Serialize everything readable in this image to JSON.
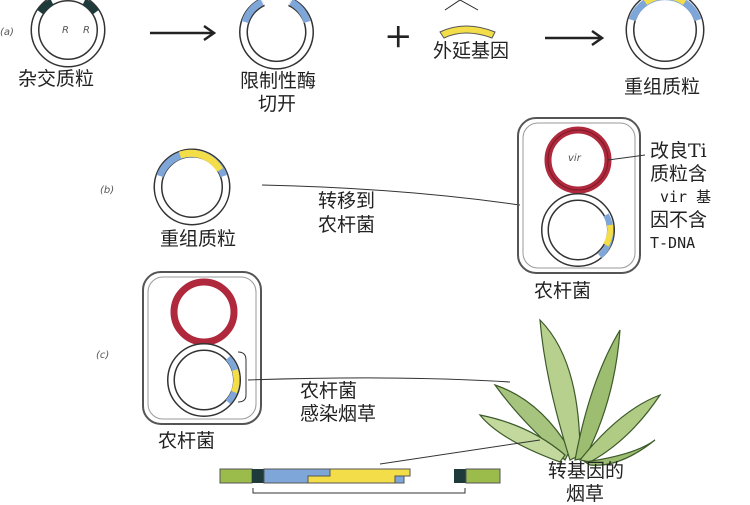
{
  "panels": {
    "a": "(a)",
    "b": "(b)",
    "c": "(c)"
  },
  "labels": {
    "hybrid_plasmid": "杂交质粒",
    "r_label": "R",
    "cut_line1": "限制性酶",
    "cut_line2": "切开",
    "foreign_gene": "外延基因",
    "recombinant_a": "重组质粒",
    "recombinant_b": "重组质粒",
    "transfer_line1": "转移到",
    "transfer_line2": "农杆菌",
    "ti_line1": "改良Ti",
    "ti_line2": "质粒含",
    "ti_line3": "vir 基",
    "ti_line4": "因不含",
    "ti_line5": "T-DNA",
    "vir": "vir",
    "agro_b": "农杆菌",
    "agro_c": "农杆菌",
    "infect_line1": "农杆菌",
    "infect_line2": "感染烟草",
    "plant_line1": "转基因的",
    "plant_line2": "烟草"
  },
  "colors": {
    "blue": "#7fa6d8",
    "yellow": "#f3de4a",
    "red": "#b0283c",
    "green": "#9bbb4a",
    "dark": "#1e3a3a"
  }
}
